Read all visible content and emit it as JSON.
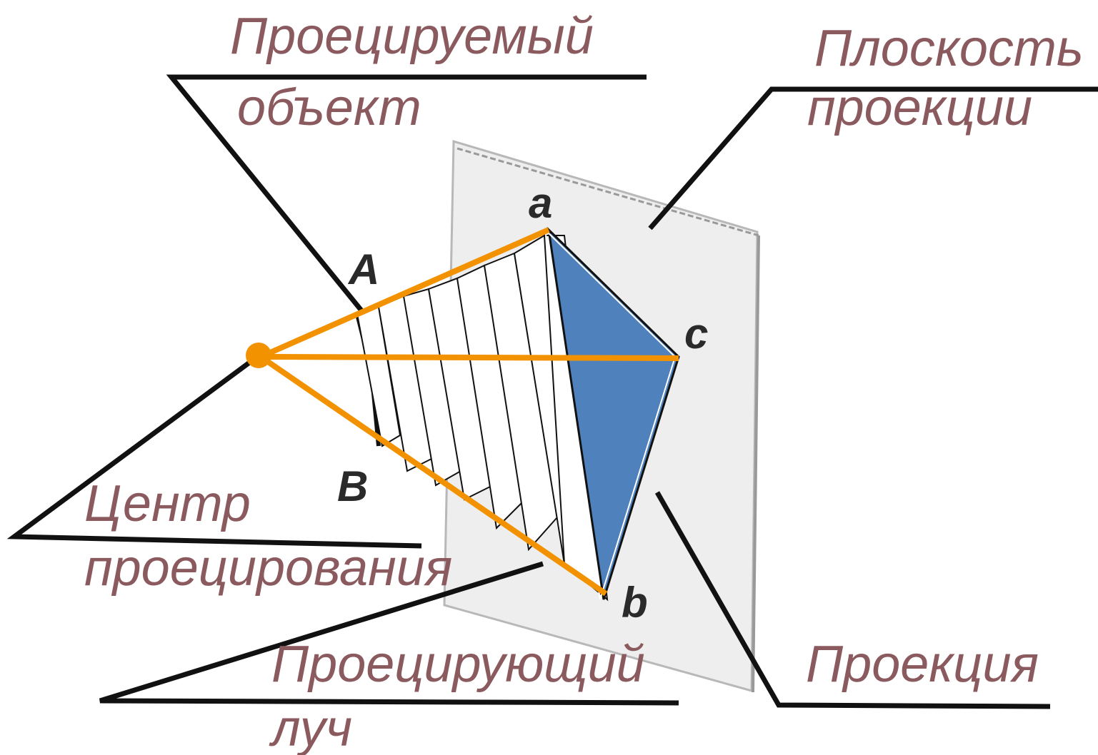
{
  "labels": {
    "projected_object_line1": "Проецируемый",
    "projected_object_line2": "объект",
    "projection_plane_line1": "Плоскость",
    "projection_plane_line2": "проекции",
    "center_line1": "Центр",
    "center_line2": "проецирования",
    "ray_line1": "Проецирующий",
    "ray_line2": "луч",
    "projection": "Проекция"
  },
  "points": {
    "A": "A",
    "B": "B",
    "a": "a",
    "b": "b",
    "c": "c"
  },
  "colors": {
    "rays": "#f39200",
    "projection_fill": "#4f81bd",
    "label_text": "#8a5a5e",
    "plane": "#eeeeee"
  }
}
